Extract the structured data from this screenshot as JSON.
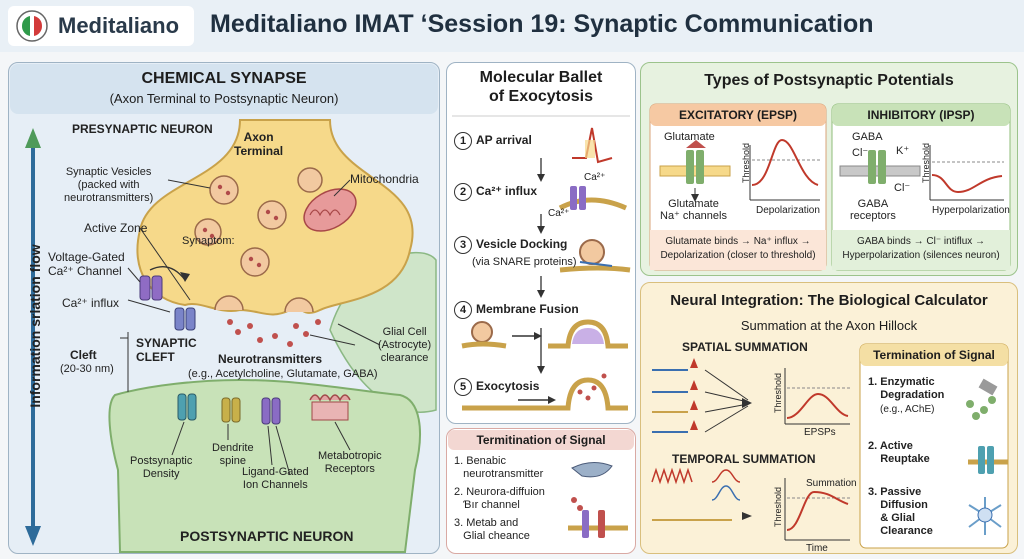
{
  "header": {
    "logo_text": "Meditaliano",
    "title": "Meditaliano IMAT ‘Session 19: Synaptic Communication"
  },
  "synapse": {
    "title": "CHEMICAL SYNAPSE",
    "subtitle": "(Axon Terminal to Postsynaptic Neuron)",
    "presynaptic": "PRESYNAPTIC NEURON",
    "axon_terminal": "Axon\nTerminal",
    "vesicles": "Synaptic Vesicles\n(packed with\nneurotransmitters)",
    "mitochondria": "Mitochondria",
    "active_zone": "Active Zone",
    "synaptom": "Synaptom:",
    "vg_channel": "Voltage-Gated\nCa²⁺ Channel",
    "ca_influx": "Ca²⁺ influx",
    "synaptic_cleft": "SYNAPTIC\nCLEFT",
    "cleft": "Cleft",
    "cleft_size": "(20-30 nm)",
    "neurotransmitters": "Neurotransmitters",
    "nt_examples": "(e.g., Acetylcholine, Glutamate, GABA)",
    "glial": "Glial Cell\n(Astrocyte)\nclearance",
    "postsynaptic_density": "Postsynaptic\nDensity",
    "dendrite_spine": "Dendrite\nspine",
    "ligand_gated": "Ligand-Gated\nIon Channels",
    "metabotropic": "Metabotropic\nReceptors",
    "postsynaptic": "POSTSYNAPTIC NEURON",
    "flow": "Information srlation flow"
  },
  "exocytosis": {
    "title": "Molecular Ballet\nof Exocytosis",
    "steps": [
      {
        "num": "1",
        "label": "AP arrival"
      },
      {
        "num": "2",
        "label": "Ca²⁺ influx"
      },
      {
        "num": "3",
        "label": "Vesicle Docking",
        "sub": "(via SNARE proteins)"
      },
      {
        "num": "4",
        "label": "Membrane Fusion"
      },
      {
        "num": "5",
        "label": "Exocytosis"
      }
    ],
    "ca_label": "Ca²⁺",
    "ca_label2": "Ca²⁺"
  },
  "termination_left": {
    "title": "Termitination of Signal",
    "items": [
      "1. Benabic\n   neurotransmitter",
      "2. Neurora-diffuion\n   Ɓır channel",
      "3. Metab and\n   Glial cheance"
    ]
  },
  "potentials": {
    "title": "Types of Postsynaptic Potentials",
    "epsp": {
      "title": "EXCITATORY (EPSP)",
      "glutamate": "Glutamate",
      "channels": "Glutamate\nNa⁺ channels",
      "threshold": "Threshold",
      "curve": "Depolarization",
      "caption": "Glutamate binds → Na⁺ influx →\nDepolarization (closer to threshold)"
    },
    "ipsp": {
      "title": "INHIBITORY (IPSP)",
      "gaba": "GABA",
      "cl": "Cl⁻",
      "k": "K⁺",
      "cl2": "Cl⁻",
      "receptors": "GABA\nreceptors",
      "threshold": "Threshold",
      "curve": "Hyperpolarization",
      "caption": "GABA binds → Cl⁻ intiflux →\nHyperpolarization (silences neuron)"
    }
  },
  "integration": {
    "title": "Neural Integration: The Biological Calculator",
    "subtitle": "Summation at the Axon Hillock",
    "spatial": "SPATIAL SUMMATION",
    "temporal": "TEMPORAL SUMMATION",
    "threshold": "Threshold",
    "threshold2": "Threshold",
    "epsps": "EPSPs",
    "summation": "Summation",
    "time": "Time",
    "termination": {
      "title": "Termination of Signal",
      "items": [
        "1. Enzymatic\n    Degradation",
        "2. Active\n    Reuptake",
        "3. Passive\n    Diffusion\n    & Glial\n    Clearance"
      ],
      "sub1": "(e.g., AChE)"
    }
  },
  "colors": {
    "terminal": "#f6d98a",
    "post": "#c8e2b8",
    "accent": "#2e6b9a",
    "green_panel": "#e7f2e0",
    "yellow_panel": "#fbf1d7",
    "pink": "#f3d7d2"
  }
}
